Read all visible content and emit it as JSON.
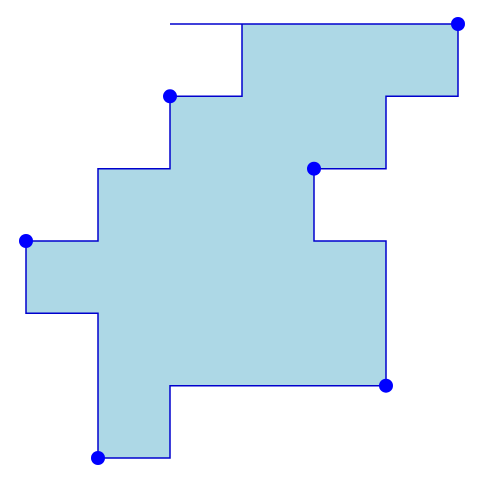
{
  "diagram": {
    "kind": "rectilinear-polygon",
    "colors": {
      "fill": "#add8e6",
      "stroke": "#0000cd",
      "marker": "#0000ff"
    },
    "grid_units": {
      "x_range": [
        0,
        6
      ],
      "y_range": [
        0,
        6
      ]
    },
    "polygon_vertices": [
      [
        2,
        6
      ],
      [
        6,
        6
      ],
      [
        6,
        5
      ],
      [
        5,
        5
      ],
      [
        5,
        4
      ],
      [
        4,
        4
      ],
      [
        4,
        3
      ],
      [
        5,
        3
      ],
      [
        5,
        1
      ],
      [
        2,
        1
      ],
      [
        2,
        0
      ],
      [
        1,
        0
      ],
      [
        1,
        2
      ],
      [
        0,
        2
      ],
      [
        0,
        3
      ],
      [
        1,
        3
      ],
      [
        1,
        4
      ],
      [
        2,
        4
      ],
      [
        2,
        5
      ],
      [
        3,
        5
      ],
      [
        3,
        6
      ]
    ],
    "highlighted_points": [
      [
        6,
        6
      ],
      [
        2,
        5
      ],
      [
        4,
        4
      ],
      [
        0,
        3
      ],
      [
        5,
        1
      ],
      [
        1,
        0
      ]
    ]
  }
}
